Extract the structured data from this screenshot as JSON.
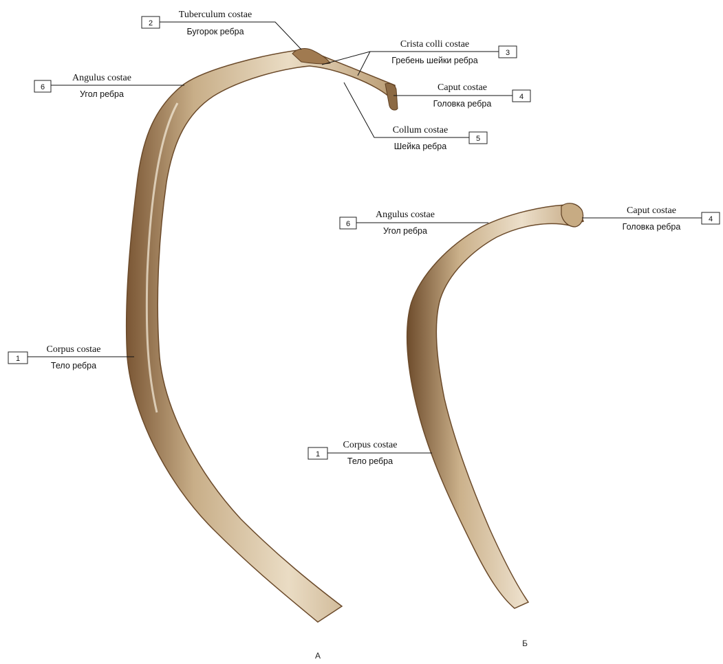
{
  "labels": {
    "tuberculum": {
      "num": "2",
      "latin": "Tuberculum costae",
      "russian": "Бугорок ребра"
    },
    "crista": {
      "num": "3",
      "latin": "Crista colli costae",
      "russian": "Гребень шейки ребра"
    },
    "angulus_a": {
      "num": "6",
      "latin": "Angulus costae",
      "russian": "Угол ребра"
    },
    "caput_a": {
      "num": "4",
      "latin": "Caput costae",
      "russian": "Головка ребра"
    },
    "collum": {
      "num": "5",
      "latin": "Collum costae",
      "russian": "Шейка ребра"
    },
    "corpus_a": {
      "num": "1",
      "latin": "Corpus costae",
      "russian": "Тело ребра"
    },
    "angulus_b": {
      "num": "6",
      "latin": "Angulus costae",
      "russian": "Угол ребра"
    },
    "caput_b": {
      "num": "4",
      "latin": "Caput costae",
      "russian": "Головка ребра"
    },
    "corpus_b": {
      "num": "1",
      "latin": "Corpus costae",
      "russian": "Тело ребра"
    }
  },
  "panels": {
    "a": "А",
    "b": "Б"
  },
  "colors": {
    "bone_light": "#e7d8bf",
    "bone_mid": "#c9b08a",
    "bone_dark": "#6b4a2a",
    "background": "#ffffff"
  }
}
